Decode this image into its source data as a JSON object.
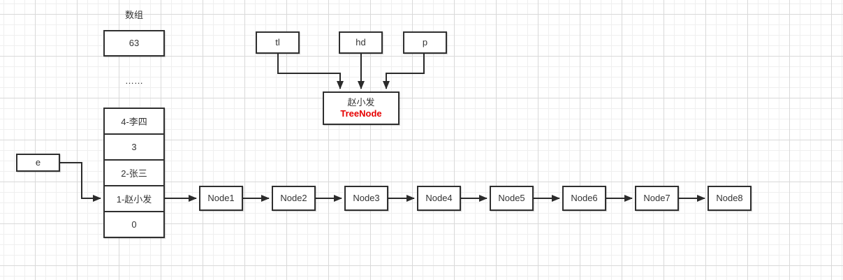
{
  "diagram": {
    "array_title": "数组",
    "box_63": "63",
    "ellipsis": "……",
    "array_cells": [
      "4-李四",
      "3",
      "2-张三",
      "1-赵小发",
      "0"
    ],
    "e_label": "e",
    "pointer_labels": [
      "tl",
      "hd",
      "p"
    ],
    "tree_node": {
      "name": "赵小发",
      "type": "TreeNode"
    },
    "chain_nodes": [
      "Node1",
      "Node2",
      "Node3",
      "Node4",
      "Node5",
      "Node6",
      "Node7",
      "Node8"
    ],
    "colors": {
      "shape_border": "#2f2f2f",
      "text": "#333333",
      "treenode_type_red": "#e60000",
      "grid_minor": "#efefef",
      "grid_major": "#d9d9d9",
      "background": "#ffffff"
    }
  }
}
